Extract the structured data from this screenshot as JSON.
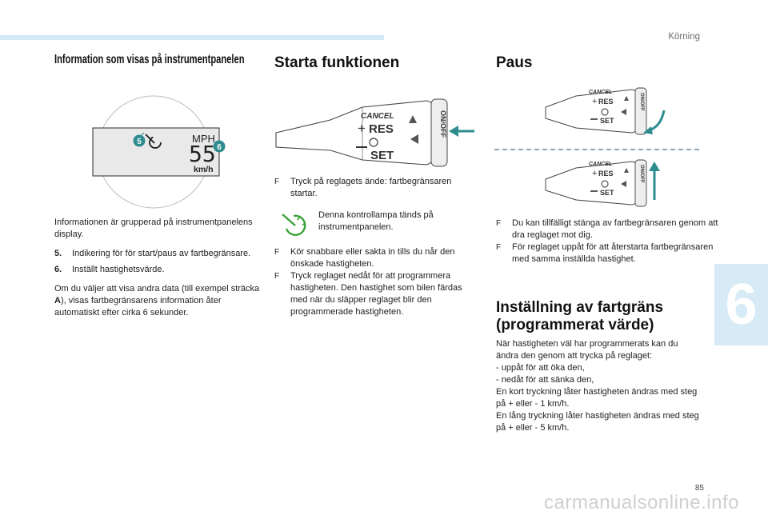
{
  "header": {
    "section_label": "Körning",
    "chapter_number": "6",
    "page_number": "85"
  },
  "watermark": "carmanualsonline.info",
  "colors": {
    "accent_teal": "#2e8c8f",
    "light_blue": "#d3e8f5",
    "dial_grey": "#e8e8e8"
  },
  "col_a": {
    "heading": "Information som visas på instrumentpanelen",
    "display": {
      "badge_5": "5",
      "badge_6": "6",
      "unit_top": "MPH",
      "speed": "55",
      "unit_bottom": "km/h"
    },
    "intro": "Informationen är grupperad på instrumentpanelens display.",
    "items": [
      {
        "num": "5.",
        "text": "Indikering för för start/paus av fartbegränsare."
      },
      {
        "num": "6.",
        "text": "Inställt hastighetsvärde."
      }
    ],
    "note_before": "Om du väljer att visa andra data (till exempel sträcka ",
    "note_bold": "A",
    "note_after": "), visas fartbegränsarens information åter automatiskt efter cirka 6 sekunder."
  },
  "col_b": {
    "heading": "Starta funktionen",
    "lever": {
      "cancel": "CANCEL",
      "res": "RES",
      "set": "SET",
      "onoff": "ON/OFF"
    },
    "bullet_symbol": "F",
    "step1": "Tryck på reglagets ände: fartbegränsaren startar.",
    "lamp_text": "Denna kontrollampa tänds på instrumentpanelen.",
    "step2": "Kör snabbare eller sakta in tills du når den önskade hastigheten.",
    "step3": "Tryck reglaget nedåt för att programmera hastigheten. Den hastighet som bilen färdas med när du släpper reglaget blir den programmerade hastigheten."
  },
  "col_c": {
    "heading": "Paus",
    "lever": {
      "cancel": "CANCEL",
      "res": "RES",
      "set": "SET",
      "onoff": "ON/OFF"
    },
    "bullet_symbol": "F",
    "pause1": "Du kan tillfälligt stänga av fartbegränsaren genom att dra reglaget mot dig.",
    "pause2": "För reglaget uppåt för att återstarta fartbegränsaren med samma inställda hastighet.",
    "heading2_line1": "Inställning av fartgräns",
    "heading2_line2": "(programmerat värde)",
    "setting_lines": [
      "När hastigheten väl har programmerats kan du ändra den genom att trycka på reglaget:",
      "-   uppåt för att öka den,",
      "-   nedåt för att sänka den,",
      "En kort tryckning låter hastigheten ändras med steg på + eller - 1 km/h.",
      "En lång tryckning låter hastigheten ändras med steg på + eller - 5 km/h."
    ]
  }
}
